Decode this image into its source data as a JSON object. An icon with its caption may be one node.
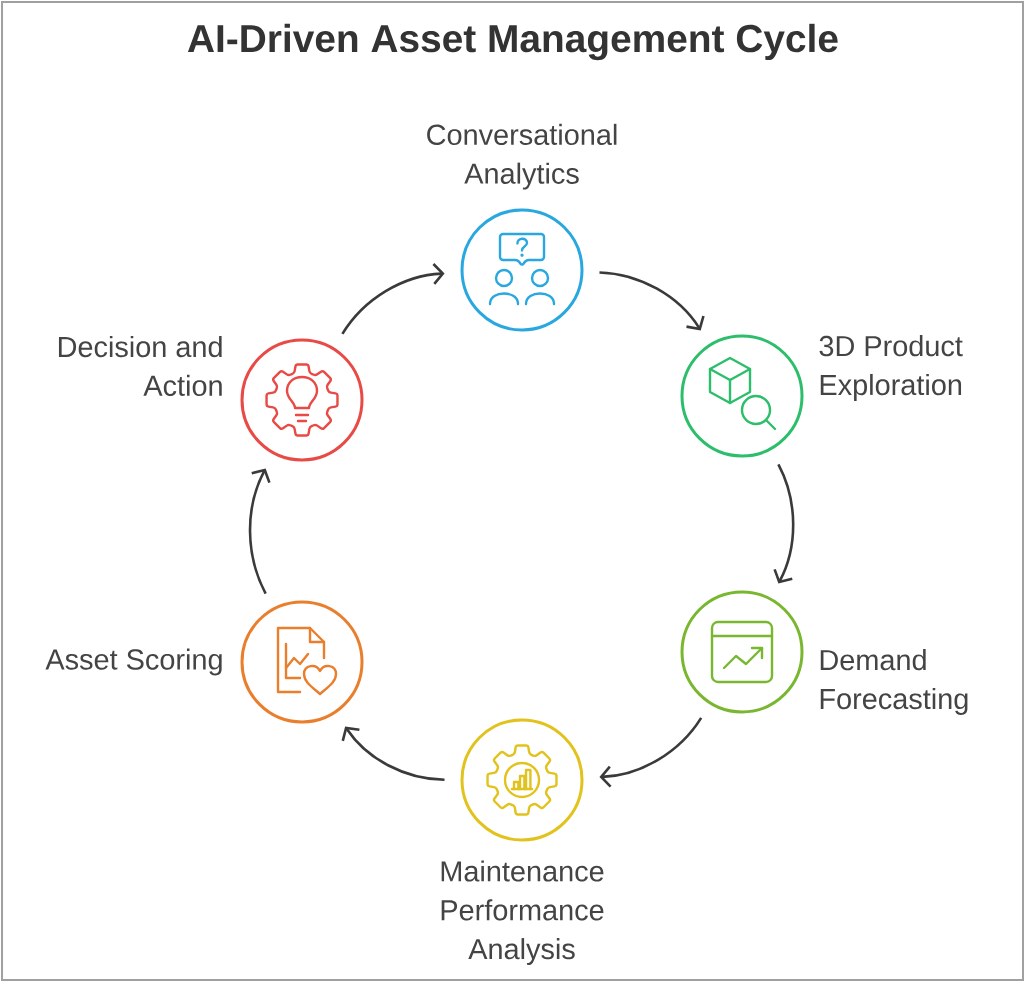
{
  "diagram": {
    "title": "AI-Driven Asset Management Cycle",
    "nodes": [
      {
        "text": [
          "Conversational Analytics"
        ]
      },
      {
        "text": [
          "3D Product Exploration"
        ]
      },
      {
        "text": [
          "Demand Forecasting"
        ]
      },
      {
        "text": [
          "Maintenance Performance Analysis"
        ]
      },
      {
        "text": [
          "Asset Scoring"
        ]
      },
      {
        "text": [
          "Decision and Action"
        ]
      }
    ],
    "edges": [
      {
        "from": 0,
        "to": 1,
        "arrow": "to"
      },
      {
        "from": 1,
        "to": 2,
        "arrow": "to"
      },
      {
        "from": 2,
        "to": 3,
        "arrow": "to"
      },
      {
        "from": 3,
        "to": 4,
        "arrow": "to"
      },
      {
        "from": 4,
        "to": 5,
        "arrow": "to"
      },
      {
        "from": 5,
        "to": 0,
        "arrow": "to"
      }
    ]
  }
}
